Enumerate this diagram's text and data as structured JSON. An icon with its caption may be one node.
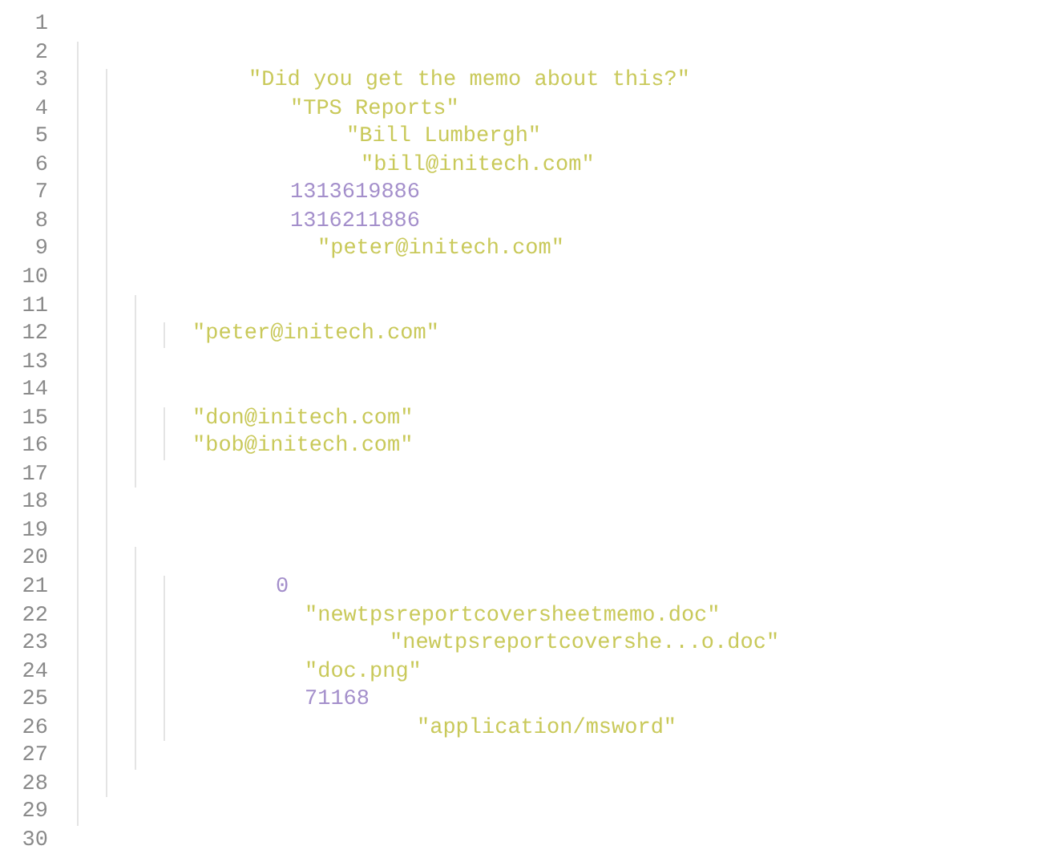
{
  "diagram": {
    "labels": [
      "1",
      "2",
      "3",
      "\"Did you get the memo about this?\"",
      "4",
      "\"TPS Reports\"",
      "5",
      "\"Bill Lumbergh\"",
      "6",
      "\"bill@initech.com\"",
      "7",
      "1313619886",
      "8",
      "1316211886",
      "9",
      "\"peter@initech.com\"",
      "10",
      "11",
      "12",
      "\"peter@initech.com\"",
      "13",
      "14",
      "15",
      "\"don@initech.com\"",
      "16",
      "\"bob@initech.com\"",
      "17",
      "18",
      "19",
      "20",
      "21",
      "0",
      "22",
      "\"newtpsreportcoversheetmemo.doc\"",
      "23",
      "\"newtpsreportcovershe...o.doc\"",
      "24",
      "\"doc.png\"",
      "25",
      "71168",
      "26",
      "\"application/msword\"",
      "27",
      "28",
      "29",
      "30"
    ]
  }
}
